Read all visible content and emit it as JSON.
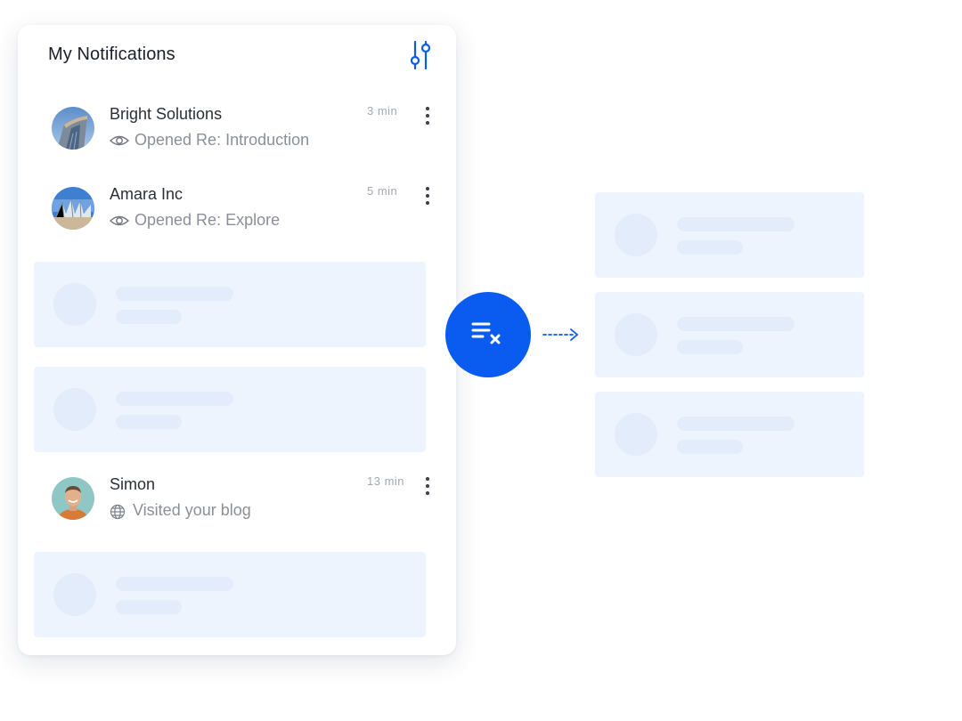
{
  "panel": {
    "title": "My Notifications",
    "filter_icon": "sliders-icon"
  },
  "notifications": [
    {
      "name": "Bright Solutions",
      "activity": "Opened Re: Introduction",
      "activity_icon": "eye-icon",
      "time": "3 min"
    },
    {
      "name": "Amara Inc",
      "activity": "Opened Re: Explore",
      "activity_icon": "eye-icon",
      "time": "5 min"
    },
    {
      "name": "Simon",
      "activity": "Visited your blog",
      "activity_icon": "globe-icon",
      "time": "13 min"
    }
  ],
  "actions": {
    "clear_icon": "clear-list-icon",
    "arrow_icon": "dashed-arrow-right-icon"
  },
  "colors": {
    "accent": "#0a5bf0",
    "skeleton_bg": "#eef4fd",
    "skeleton_shape": "#e2ecfb",
    "text_primary": "#2b2f38",
    "text_secondary": "#8a8f99"
  }
}
